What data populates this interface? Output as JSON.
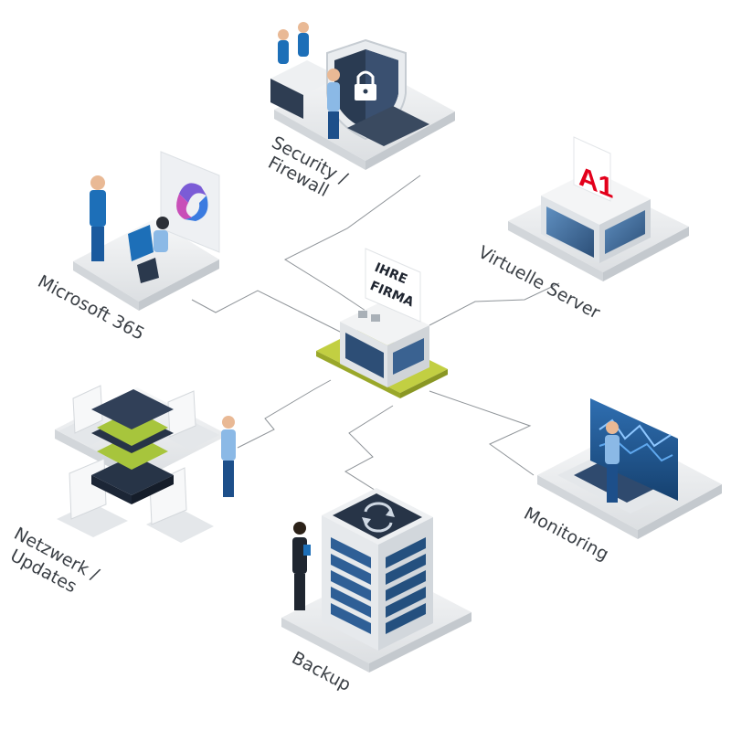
{
  "center": {
    "sign_line1": "IHRE",
    "sign_line2": "FIRMA"
  },
  "services": {
    "security": {
      "line1": "Security /",
      "line2": "Firewall"
    },
    "m365": {
      "label": "Microsoft 365"
    },
    "virtual": {
      "label": "Virtuelle Server"
    },
    "network": {
      "line1": "Netzwerk /",
      "line2": "Updates"
    },
    "monitoring": {
      "label": "Monitoring"
    },
    "backup": {
      "label": "Backup"
    }
  },
  "brand": {
    "logo_text": "A1",
    "accent": "#e3001b"
  },
  "colors": {
    "primary_blue": "#1d6fb8",
    "dark_navy": "#273447",
    "server_green": "#a7c53c",
    "platform": "#eceef0",
    "connector": "#8f9499",
    "label_text": "#3a3f45",
    "center_base": "#c2cf42"
  }
}
